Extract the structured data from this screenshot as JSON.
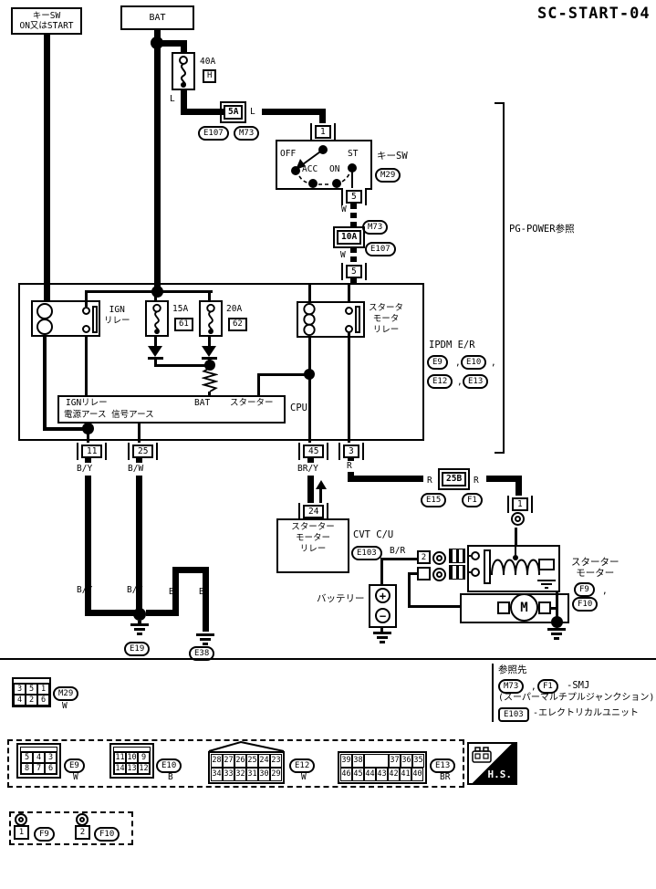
{
  "title": "SC-START-04",
  "punct": {
    "comma": ","
  },
  "source": {
    "keysw": "キーSW\nON又はSTART",
    "bat": "BAT"
  },
  "fuse40": {
    "amps": "40A",
    "ref": "H"
  },
  "l_wire": {
    "l1": "L",
    "smj": "5A",
    "l2": "L",
    "ref1": "E107",
    "ref2": "M73"
  },
  "keysw": {
    "pin_in": "1",
    "off": "OFF",
    "acc": "ACC",
    "on": "ON",
    "st": "ST",
    "name": "キーSW",
    "ref": "M29",
    "pin_out": "5"
  },
  "st_wire": {
    "w1": "W",
    "ref_m73": "M73",
    "smj": "10A",
    "ref_e107": "E107",
    "w2": "W",
    "pin": "5"
  },
  "pg_power": "PG-POWER参照",
  "ipdm": {
    "ign_relay": "IGN\nリレー",
    "fuse15": {
      "amps": "15A",
      "ref": "61"
    },
    "fuse20": {
      "amps": "20A",
      "ref": "62"
    },
    "starter_relay": "スタータ\nモータ\nリレー",
    "cpu": {
      "t1": "IGNリレー",
      "t2": "BAT",
      "t3": "スターター",
      "label": "CPU",
      "b1": "電源アース 信号アース"
    },
    "name": "IPDM E/R",
    "ref1": "E9",
    "ref2": "E10",
    "ref3": "E12",
    "ref4": "E13",
    "pin11": "11",
    "pin25": "25",
    "pin45": "45",
    "pin3": "3",
    "w11": "B/Y",
    "w25": "B/W",
    "w45": "BR/Y",
    "w3": "R"
  },
  "r_wire": {
    "r1": "R",
    "smj": "25B",
    "r2": "R",
    "ref1": "E15",
    "ref2": "F1",
    "pin": "1"
  },
  "cvt": {
    "pin": "24",
    "relay": "スターター\nモーター\nリレー",
    "name": "CVT C/U",
    "ref": "E103"
  },
  "starter": {
    "wire": "B/R",
    "pin": "2",
    "name": "スターター\nモーター",
    "ref1": "F9",
    "ref2": "F10",
    "motor": "M"
  },
  "battery": {
    "label": "バッテリー",
    "plus": "+",
    "minus": "−"
  },
  "grounds": {
    "w1": "B/Y",
    "w2": "B/W",
    "w3": "B",
    "w4": "B",
    "ref1": "E19",
    "ref2": "E38"
  },
  "refs_note": {
    "heading": "参照先",
    "m73": "M73",
    "f1": "F1",
    "smj": "-SMJ",
    "smj_full": "(スーパーマルチプルジャンクション)",
    "e103": "E103",
    "e103_t": "-エレクトリカルユニット"
  },
  "connectors": {
    "m29": {
      "cells": [
        "3",
        "5",
        "1",
        "4",
        "2",
        "6"
      ],
      "ref": "M29",
      "color": "W"
    },
    "e9": {
      "cells": [
        "5",
        "4",
        "3",
        "8",
        "7",
        "6"
      ],
      "ref": "E9",
      "color": "W"
    },
    "e10": {
      "cells": [
        "11",
        "10",
        "9",
        "14",
        "13",
        "12"
      ],
      "ref": "E10",
      "color": "B"
    },
    "e12": {
      "cells": [
        "28",
        "27",
        "26",
        "25",
        "24",
        "23",
        "34",
        "33",
        "32",
        "31",
        "30",
        "29"
      ],
      "ref": "E12",
      "color": "W"
    },
    "e13": {
      "row1": [
        "39",
        "38",
        "",
        "37",
        "36",
        "35"
      ],
      "row2": [
        "46",
        "45",
        "44",
        "43",
        "42",
        "41",
        "40"
      ],
      "ref": "E13",
      "color": "BR"
    },
    "hs": "H.S.",
    "f9": {
      "pin": "1",
      "ref": "F9"
    },
    "f10": {
      "pin": "2",
      "ref": "F10"
    }
  }
}
